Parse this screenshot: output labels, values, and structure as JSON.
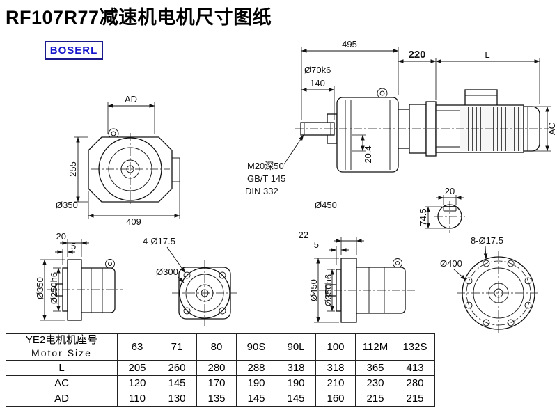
{
  "title": "RF107R77减速机电机尺寸图纸",
  "logo": "BOSERL",
  "front_view": {
    "ad": "AD",
    "h": "255",
    "w": "409",
    "dia": "Ø350"
  },
  "side_view": {
    "len_495": "495",
    "len_140": "140",
    "shaft_dia": "Ø70k6",
    "len_220": "220",
    "len_l": "L",
    "ac": "AC",
    "off_204": "20.4",
    "note1": "M20深50",
    "note2": "GB/T 145",
    "note3": "DIN 332",
    "dia_450": "Ø450",
    "key_w": "20",
    "key_h": "74.5"
  },
  "flange_a_side": {
    "t": "20",
    "s": "5",
    "dia_out": "Ø350",
    "dia_fit": "Ø250h6"
  },
  "flange_a_front": {
    "holes": "4-Ø17.5",
    "dia": "Ø300"
  },
  "flange_b_side": {
    "t": "22",
    "s": "5",
    "dia_out": "Ø450",
    "dia_fit": "Ø350h6"
  },
  "flange_b_front": {
    "holes": "8-Ø17.5",
    "dia": "Ø400"
  },
  "table": {
    "header_cn": "YE2电机机座号",
    "header_en": "Motor Size",
    "sizes": [
      "63",
      "71",
      "80",
      "90S",
      "90L",
      "100",
      "112M",
      "132S"
    ],
    "rows": [
      {
        "label": "L",
        "values": [
          "205",
          "260",
          "280",
          "288",
          "318",
          "318",
          "365",
          "413"
        ]
      },
      {
        "label": "AC",
        "values": [
          "120",
          "145",
          "170",
          "190",
          "190",
          "210",
          "230",
          "280"
        ]
      },
      {
        "label": "AD",
        "values": [
          "110",
          "130",
          "135",
          "145",
          "145",
          "160",
          "215",
          "215"
        ]
      }
    ]
  }
}
